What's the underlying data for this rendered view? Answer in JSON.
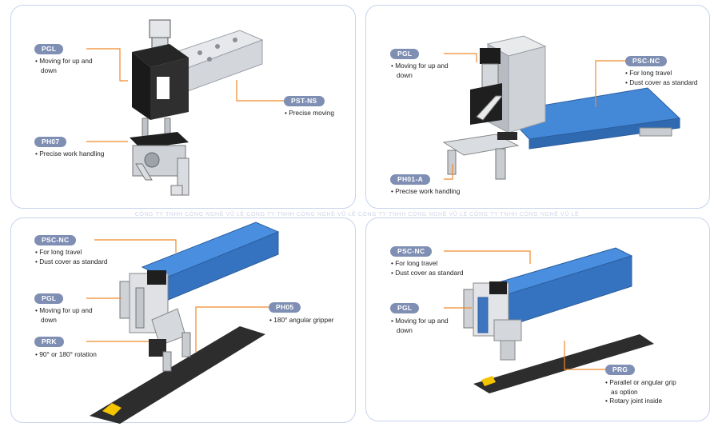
{
  "watermark": "CÔNG TY TNHH CÔNG NGHỆ VŨ LÊ CÔNG TY TNHH CÔNG NGHỆ VŨ LÊ CÔNG TY TNHH CÔNG NGHỆ VŨ LÊ CÔNG TY TNHH CÔNG NGHỆ VŨ LÊ",
  "colors": {
    "border": "#c7d3ec",
    "tag": "#7f8fb3",
    "leader": "#f08a2a",
    "rail": "#3e7fd0"
  },
  "panels": [
    {
      "labels": [
        {
          "tag": "PGL",
          "lines": [
            "Moving for up and",
            "down"
          ]
        },
        {
          "tag": "PH07",
          "lines": [
            "Precise work handling"
          ]
        },
        {
          "tag": "PST-NS",
          "lines": [
            "Precise moving"
          ]
        }
      ]
    },
    {
      "labels": [
        {
          "tag": "PGL",
          "lines": [
            "Moving for up and",
            "down"
          ]
        },
        {
          "tag": "PSC-NC",
          "lines": [
            "For long travel",
            "Dust cover as standard"
          ]
        },
        {
          "tag": "PH01-A",
          "lines": [
            "Precise work handling"
          ]
        }
      ]
    },
    {
      "labels": [
        {
          "tag": "PSC-NC",
          "lines": [
            "For long travel",
            "Dust cover as standard"
          ]
        },
        {
          "tag": "PGL",
          "lines": [
            "Moving for up and",
            "down"
          ]
        },
        {
          "tag": "PRK",
          "lines": [
            "90° or 180° rotation"
          ]
        },
        {
          "tag": "PH05",
          "lines": [
            "180° angular gripper"
          ]
        }
      ]
    },
    {
      "labels": [
        {
          "tag": "PSC-NC",
          "lines": [
            "For long travel",
            "Dust cover as standard"
          ]
        },
        {
          "tag": "PGL",
          "lines": [
            "Moving for up and",
            "down"
          ]
        },
        {
          "tag": "PRG",
          "lines": [
            "Parallel or angular grip",
            "as option",
            "Rotary joint inside"
          ]
        }
      ]
    }
  ]
}
